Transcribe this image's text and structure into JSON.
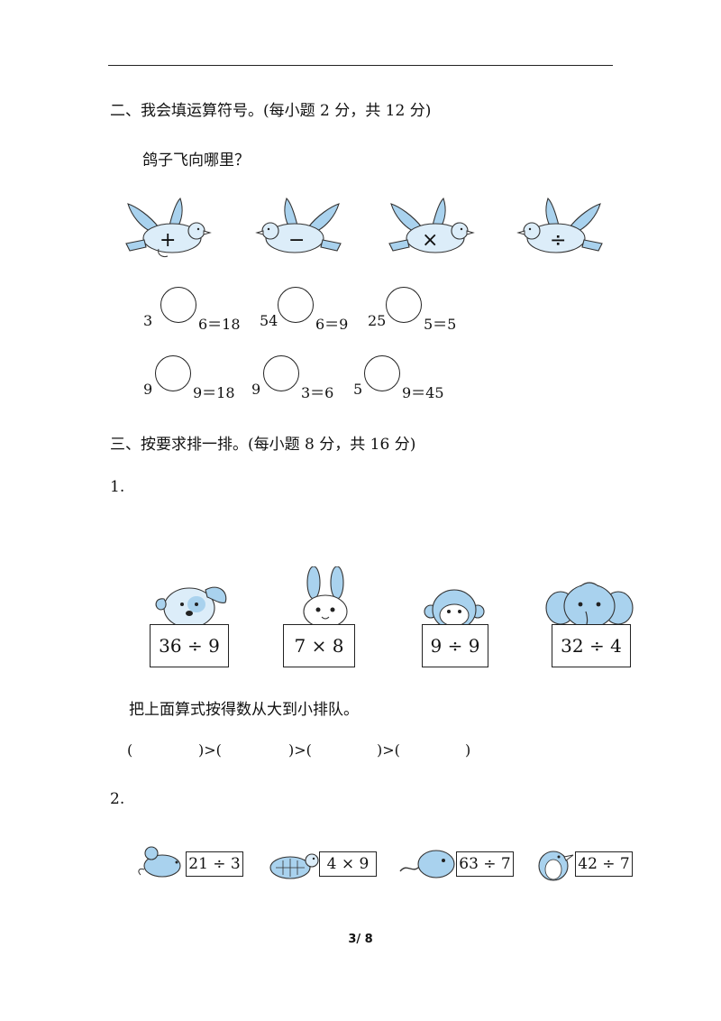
{
  "section2": {
    "title": "二、我会填运算符号。(每小题 2 分，共 12 分)",
    "prompt": "鸽子飞向哪里？",
    "doves": [
      {
        "sign": "+"
      },
      {
        "sign": "−"
      },
      {
        "sign": "×"
      },
      {
        "sign": "÷"
      }
    ],
    "equations_row1": [
      {
        "left": "3",
        "right": "6＝18"
      },
      {
        "left": "54",
        "right": "6＝9"
      },
      {
        "left": "25",
        "right": "5＝5"
      }
    ],
    "equations_row2": [
      {
        "left": "9",
        "right": "9＝18"
      },
      {
        "left": "9",
        "right": "3＝6"
      },
      {
        "left": "5",
        "right": "9＝45"
      }
    ]
  },
  "section3": {
    "title": "三、按要求排一排。(每小题 8 分，共 16 分)",
    "q1": {
      "number": "1.",
      "cards": [
        {
          "animal": "dog",
          "expr": "36 ÷ 9"
        },
        {
          "animal": "rabbit",
          "expr": "7 × 8"
        },
        {
          "animal": "monkey",
          "expr": "9 ÷ 9"
        },
        {
          "animal": "elephant",
          "expr": "32 ÷ 4"
        }
      ],
      "instruction": "把上面算式按得数从大到小排队。",
      "order": [
        "(",
        ")>(",
        ")>(",
        ")>(",
        ")"
      ]
    },
    "q2": {
      "number": "2.",
      "cards": [
        {
          "animal": "mouse",
          "expr": "21 ÷ 3"
        },
        {
          "animal": "turtle",
          "expr": "4 × 9"
        },
        {
          "animal": "tadpole",
          "expr": "63 ÷ 7"
        },
        {
          "animal": "penguin",
          "expr": "42 ÷ 7"
        }
      ]
    }
  },
  "footer": {
    "page": "3/ 8"
  },
  "colors": {
    "animal_fill": "#a9d2ee",
    "animal_light": "#dcedf9",
    "ink": "#222222"
  }
}
